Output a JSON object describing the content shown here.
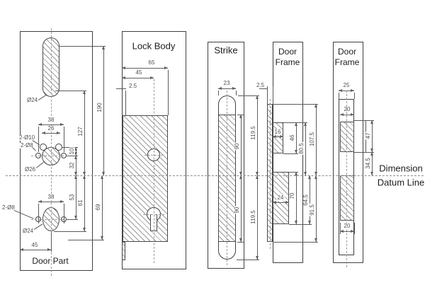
{
  "door_part": {
    "title": "Door Part",
    "dia24_top": "Ø24",
    "dia24_bot": "Ø24",
    "dia26": "Ø26",
    "holes10": "2-Ø10",
    "holes8_mid": "2-Ø8",
    "holes8_bot": "2-Ø8",
    "d38_mid": "38",
    "d26": "26",
    "d10": "10",
    "d32": "32",
    "d127": "127",
    "d190": "190",
    "d38_bot": "38",
    "d53": "53",
    "d61": "61",
    "d69": "69",
    "d45": "45"
  },
  "lock_body": {
    "title": "Lock Body",
    "d65": "65",
    "d45": "45",
    "d2_5": "2.5"
  },
  "strike": {
    "title": "Strike",
    "d23": "23",
    "d119_top": "119.5",
    "d90_top": "90",
    "d90_bot": "90",
    "d119_bot": "119.5"
  },
  "door_frame_1": {
    "title_line1": "Door",
    "title_line2": "Frame",
    "d2_5": "2.5",
    "d16": "16",
    "d46": "46",
    "d80_5": "80.5",
    "d107_5": "107.5",
    "d24": "24",
    "d70": "70",
    "d64_5": "64.5",
    "d91_5": "91.5"
  },
  "door_frame_2": {
    "title_line1": "Door",
    "title_line2": "Frame",
    "d25": "25",
    "d20_top": "20",
    "d47": "47",
    "d34_5": "34.5",
    "d20_bot": "20"
  },
  "datum": {
    "line1": "Dimension",
    "line2": "Datum Line"
  }
}
